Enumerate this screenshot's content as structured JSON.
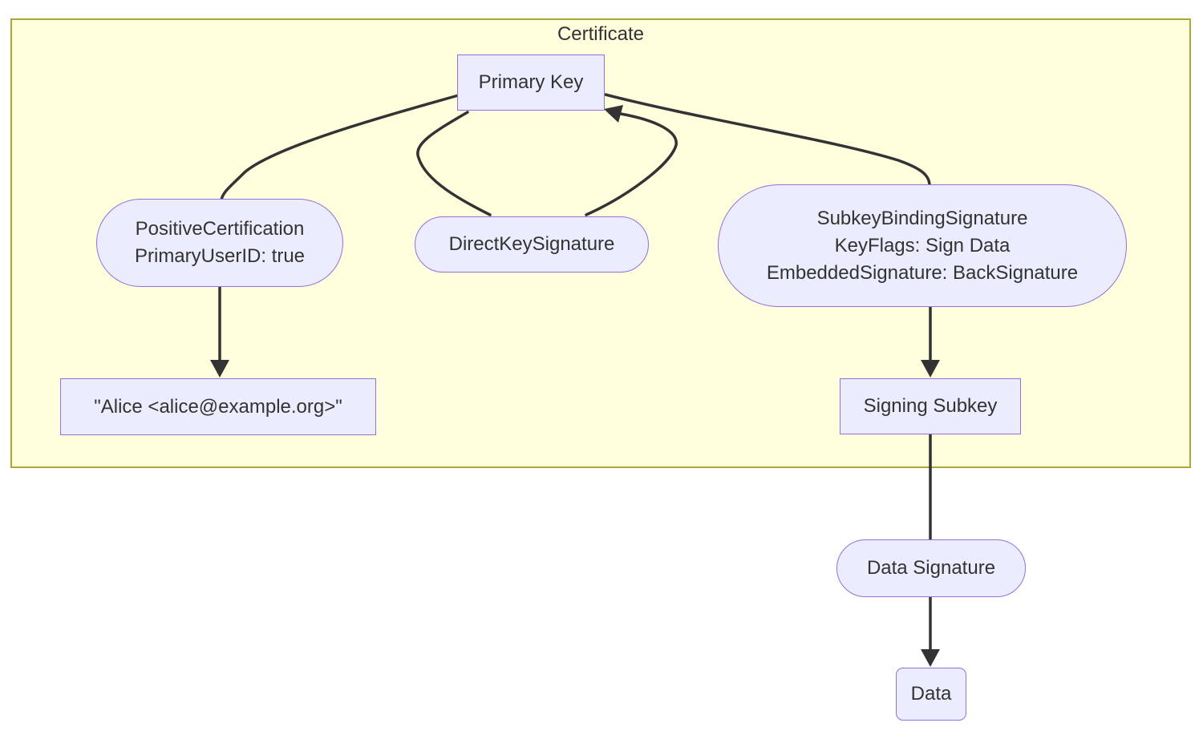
{
  "diagram": {
    "type": "flowchart",
    "cluster": {
      "label": "Certificate"
    },
    "nodes": {
      "primary_key": {
        "label": "Primary Key",
        "shape": "rectangle"
      },
      "positive_certification": {
        "line1": "PositiveCertification",
        "line2": "PrimaryUserID: true",
        "shape": "stadium"
      },
      "direct_key_signature": {
        "label": "DirectKeySignature",
        "shape": "stadium"
      },
      "subkey_binding_signature": {
        "line1": "SubkeyBindingSignature",
        "line2": "KeyFlags: Sign Data",
        "line3": "EmbeddedSignature: BackSignature",
        "shape": "stadium"
      },
      "user_id": {
        "label": "\"Alice <alice@example.org>\"",
        "shape": "rectangle"
      },
      "signing_subkey": {
        "label": "Signing Subkey",
        "shape": "rectangle"
      },
      "data_signature": {
        "label": "Data Signature",
        "shape": "stadium"
      },
      "data": {
        "label": "Data",
        "shape": "rounded-rectangle"
      }
    },
    "edges": [
      {
        "from": "primary_key",
        "to": "positive_certification",
        "arrowhead": false
      },
      {
        "from": "positive_certification",
        "to": "user_id",
        "arrowhead": true
      },
      {
        "from": "primary_key",
        "to": "direct_key_signature",
        "arrowhead": false
      },
      {
        "from": "direct_key_signature",
        "to": "primary_key",
        "arrowhead": true
      },
      {
        "from": "primary_key",
        "to": "subkey_binding_signature",
        "arrowhead": false
      },
      {
        "from": "subkey_binding_signature",
        "to": "signing_subkey",
        "arrowhead": true
      },
      {
        "from": "signing_subkey",
        "to": "data_signature",
        "arrowhead": false
      },
      {
        "from": "data_signature",
        "to": "data",
        "arrowhead": true
      }
    ],
    "colors": {
      "cluster_fill": "#ffffde",
      "cluster_border": "#aaaa33",
      "node_fill": "#ececff",
      "node_border": "#9370db",
      "edge": "#333333",
      "text": "#333333",
      "page_background": "#ffffff"
    }
  }
}
